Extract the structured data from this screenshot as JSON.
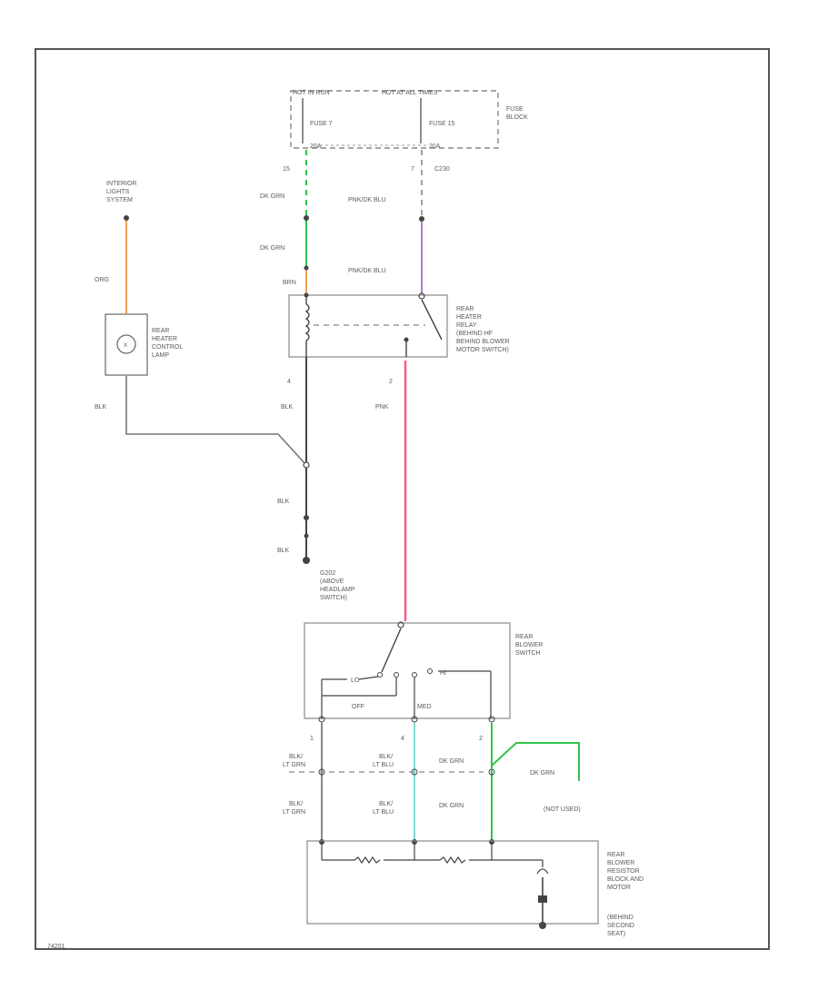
{
  "diagram": {
    "fuse_block": {
      "header_left": "HOT IN RUN",
      "header_right": "HOT AT ALL TIMES",
      "label_line1": "FUSE",
      "label_line2": "BLOCK",
      "fuse_left": "FUSE 7",
      "fuse_right": "FUSE 15",
      "amp_left": "20A",
      "amp_right": "20A"
    },
    "wires": {
      "left_circuit": "15",
      "right_circuit": "7",
      "right_connector": "C230",
      "dk_grn_1": "DK GRN",
      "dk_grn_2": "DK GRN",
      "brn": "BRN",
      "pnk_blk_1": "PNK/DK BLU",
      "pnk_blk_2": "PNK/DK BLU",
      "org": "ORG",
      "blk_lamp": "BLK",
      "pin_4": "4",
      "pin_2": "2",
      "blk_relay": "BLK",
      "pnk": "PNK",
      "blk_1": "BLK",
      "blk_2": "BLK"
    },
    "interior_lights": {
      "line1": "INTERIOR",
      "line2": "LIGHTS",
      "line3": "SYSTEM"
    },
    "lamp": {
      "line1": "REAR",
      "line2": "HEATER",
      "line3": "CONTROL",
      "line4": "LAMP"
    },
    "relay": {
      "line1": "REAR",
      "line2": "HEATER",
      "line3": "RELAY",
      "line4": "(BEHIND HF",
      "line5": "BEHIND BLOWER",
      "line6": "MOTOR SWITCH)"
    },
    "ground": {
      "line1": "G202",
      "line2": "(ABOVE",
      "line3": "HEADLAMP",
      "line4": "SWITCH)"
    },
    "switch": {
      "line1": "REAR",
      "line2": "BLOWER",
      "line3": "SWITCH",
      "pos_off": "OFF",
      "pos_hi": "HI",
      "pos_lo": "LO",
      "pos_med": "MED",
      "pin_1": "1",
      "pin_4": "4",
      "pin_2": "2"
    },
    "lower_wires": {
      "blk_lt_grn_1a": "BLK/",
      "blk_lt_grn_1b": "LT GRN",
      "blk_lt_blu_1a": "BLK/",
      "blk_lt_blu_1b": "LT BLU",
      "dk_grn_1": "DK GRN",
      "blk_lt_grn_2a": "BLK/",
      "blk_lt_grn_2b": "LT GRN",
      "blk_lt_blu_2a": "BLK/",
      "blk_lt_blu_2b": "LT BLU",
      "dk_grn_2": "DK GRN",
      "dk_grn_3": "DK GRN",
      "not_used": "(NOT USED)"
    },
    "motor": {
      "line1": "REAR",
      "line2": "BLOWER",
      "line3": "RESISTOR",
      "line4": "BLOCK AND",
      "line5": "MOTOR",
      "line6": "(BEHIND",
      "line7": "SECOND",
      "line8": "SEAT)"
    },
    "footer_code": "74201",
    "colors": {
      "frame": "#555555",
      "dk_grn": "#2ec44a",
      "pnk_blu": "#b07ad0",
      "orange": "#f0a050",
      "pink": "#ff5a7a",
      "lt_blu": "#7fdcd4",
      "black_wire": "#444444"
    }
  }
}
